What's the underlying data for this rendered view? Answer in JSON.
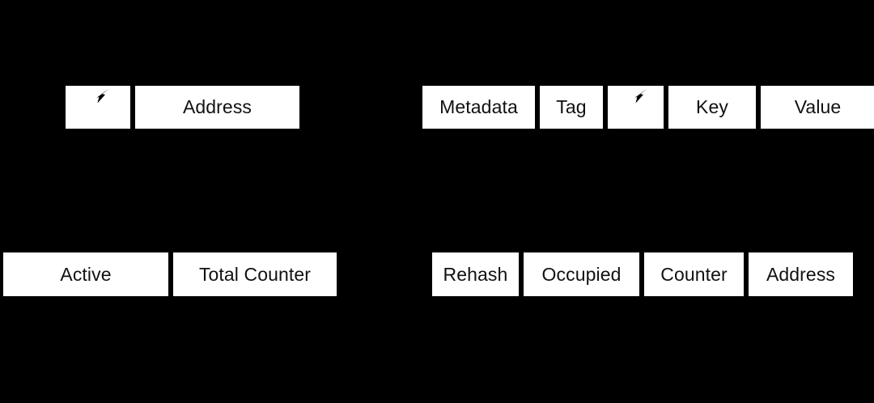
{
  "background_color": "#000000",
  "cell_fill_color": "#ffffff",
  "cell_border_color": "#000000",
  "text_color": "#111111",
  "structures": [
    {
      "id": "pointer-address",
      "name": "pointer-address-record",
      "cells": [
        {
          "label": "",
          "icon": "cursor-arrow-icon"
        },
        {
          "label": "Address",
          "icon": ""
        }
      ]
    },
    {
      "id": "entry",
      "name": "entry-record",
      "cells": [
        {
          "label": "Metadata",
          "icon": ""
        },
        {
          "label": "Tag",
          "icon": ""
        },
        {
          "label": "",
          "icon": "cursor-arrow-icon"
        },
        {
          "label": "Key",
          "icon": ""
        },
        {
          "label": "Value",
          "icon": ""
        }
      ]
    },
    {
      "id": "counters",
      "name": "counters-record",
      "cells": [
        {
          "label": "Active",
          "icon": ""
        },
        {
          "label": "Total Counter",
          "icon": ""
        }
      ]
    },
    {
      "id": "bucket",
      "name": "bucket-record",
      "cells": [
        {
          "label": "Rehash",
          "icon": ""
        },
        {
          "label": "Occupied",
          "icon": ""
        },
        {
          "label": "Counter",
          "icon": ""
        },
        {
          "label": "Address",
          "icon": ""
        }
      ]
    }
  ]
}
